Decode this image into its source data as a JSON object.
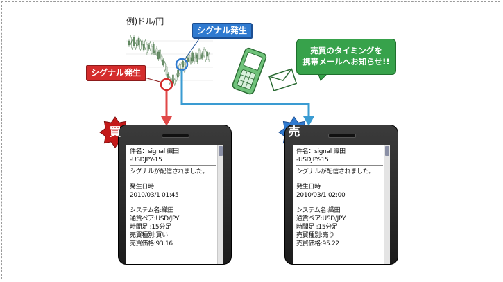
{
  "chart": {
    "title": "例)ドル/円"
  },
  "signals": {
    "buy_signal": "シグナル発生",
    "sell_signal": "シグナル発生"
  },
  "callout": {
    "line1": "売買のタイミングを",
    "line2": "携帯メールへお知らせ!!"
  },
  "markers": {
    "buy": "買",
    "sell": "売"
  },
  "colors": {
    "buy_red": "#d42c2c",
    "sell_blue": "#2f7ad0",
    "callout_green": "#37a24b"
  },
  "icons": [
    "mobile-phone-icon",
    "envelope-icon"
  ],
  "phones": [
    {
      "subject_line1": "件名：signal 織田",
      "subject_line2": "-USDJPY-15",
      "message": "シグナルが配信されました。",
      "time_label": "発生日時",
      "time_value": "2010/03/1 01:45",
      "system": "システム名:織田",
      "pair": "通貨ペア:USD/JPY",
      "timeframe": "時間足 :15分足",
      "trade_type": "売買種別:買い",
      "price": "売買価格:93.16"
    },
    {
      "subject_line1": "件名：signal 織田",
      "subject_line2": "-USDJPY-15",
      "message": "シグナルが配信されました。",
      "time_label": "発生日時",
      "time_value": "2010/03/1 02:00",
      "system": "システム名:織田",
      "pair": "通貨ペア:USD/JPY",
      "timeframe": "時間足 :15分足",
      "trade_type": "売買種別:売り",
      "price": "売買価格:95.22"
    }
  ]
}
